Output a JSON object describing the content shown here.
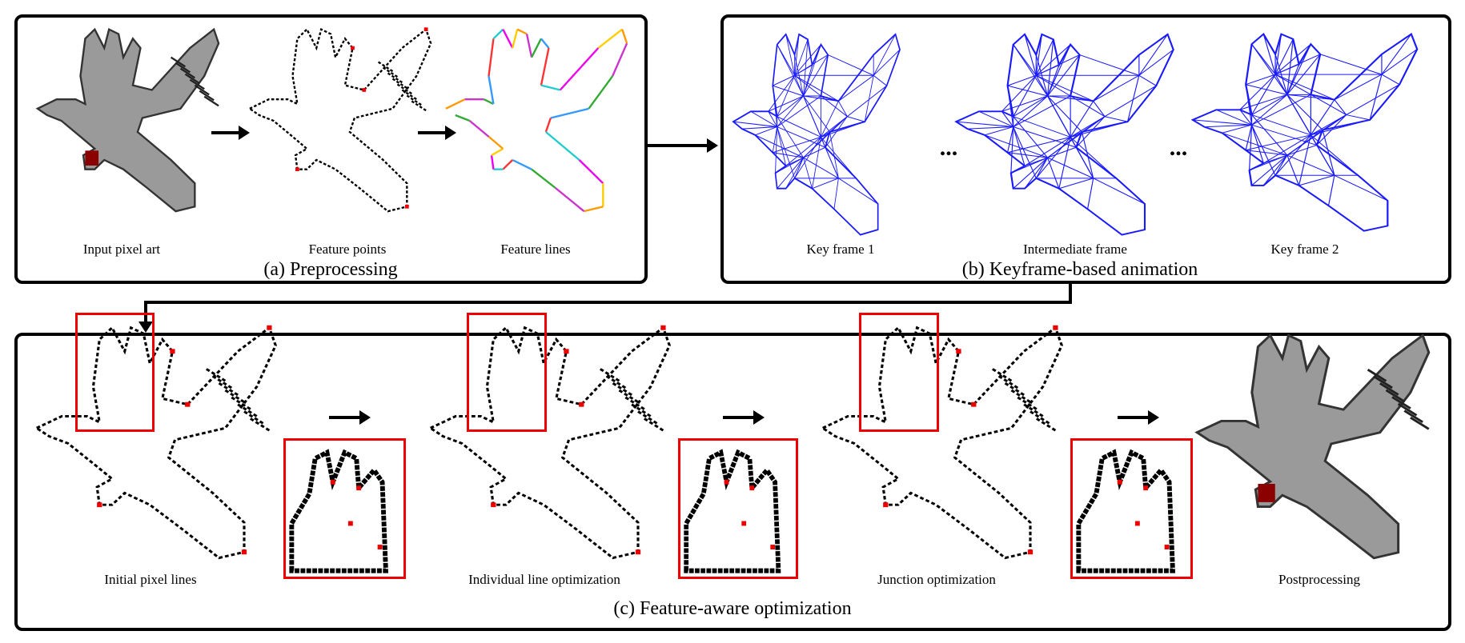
{
  "panels": {
    "a": {
      "title": "(a) Preprocessing",
      "labels": [
        "Input pixel art",
        "Feature points",
        "Feature lines"
      ]
    },
    "b": {
      "title": "(b) Keyframe-based animation",
      "labels": [
        "Key frame 1",
        "Intermediate frame",
        "Key frame 2"
      ],
      "ellipsis": "..."
    },
    "c": {
      "title": "(c) Feature-aware optimization",
      "labels": [
        "Initial pixel lines",
        "Individual line optimization",
        "Junction optimization",
        "Postprocessing"
      ]
    }
  },
  "colors": {
    "mesh": "#1a1aff",
    "highlight": "#ee0000",
    "bird_fill": "#9a9a9a"
  }
}
